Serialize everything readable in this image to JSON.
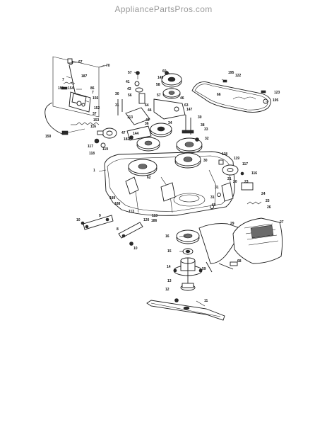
{
  "site": "AppliancePartsPros.com",
  "part_labels": [
    {
      "id": "p67",
      "text": "67"
    },
    {
      "id": "p70",
      "text": "70"
    },
    {
      "id": "p187",
      "text": "187"
    },
    {
      "id": "p7a",
      "text": "7"
    },
    {
      "id": "p151",
      "text": "151"
    },
    {
      "id": "p154",
      "text": "154"
    },
    {
      "id": "p86",
      "text": "86"
    },
    {
      "id": "p7b",
      "text": "7"
    },
    {
      "id": "p156",
      "text": "156"
    },
    {
      "id": "p152",
      "text": "152"
    },
    {
      "id": "p153",
      "text": "153"
    },
    {
      "id": "p37",
      "text": "37"
    },
    {
      "id": "p116a",
      "text": "116"
    },
    {
      "id": "p150",
      "text": "150"
    },
    {
      "id": "p117a",
      "text": "117"
    },
    {
      "id": "p119a",
      "text": "119"
    },
    {
      "id": "p118a",
      "text": "118"
    },
    {
      "id": "p57a",
      "text": "57"
    },
    {
      "id": "p41",
      "text": "41"
    },
    {
      "id": "p43",
      "text": "43"
    },
    {
      "id": "p56",
      "text": "56"
    },
    {
      "id": "p60",
      "text": "60"
    },
    {
      "id": "p145",
      "text": "145"
    },
    {
      "id": "p58",
      "text": "58"
    },
    {
      "id": "p57b",
      "text": "57"
    },
    {
      "id": "p46",
      "text": "46"
    },
    {
      "id": "p64",
      "text": "64"
    },
    {
      "id": "p63",
      "text": "63"
    },
    {
      "id": "p147",
      "text": "147"
    },
    {
      "id": "p30a",
      "text": "30"
    },
    {
      "id": "p31a",
      "text": "31"
    },
    {
      "id": "p113a",
      "text": "113"
    },
    {
      "id": "p44",
      "text": "44"
    },
    {
      "id": "p45",
      "text": "45"
    },
    {
      "id": "p36",
      "text": "36"
    },
    {
      "id": "p34",
      "text": "34"
    },
    {
      "id": "p47",
      "text": "47"
    },
    {
      "id": "p144",
      "text": "144"
    },
    {
      "id": "p182",
      "text": "182"
    },
    {
      "id": "p30b",
      "text": "30"
    },
    {
      "id": "p38",
      "text": "38"
    },
    {
      "id": "p33",
      "text": "33"
    },
    {
      "id": "p32",
      "text": "32"
    },
    {
      "id": "p195a",
      "text": "195"
    },
    {
      "id": "p122",
      "text": "122"
    },
    {
      "id": "p66",
      "text": "66"
    },
    {
      "id": "p123",
      "text": "123"
    },
    {
      "id": "p195b",
      "text": "195"
    },
    {
      "id": "p1",
      "text": "1"
    },
    {
      "id": "p62",
      "text": "62"
    },
    {
      "id": "p30c",
      "text": "30"
    },
    {
      "id": "p118b",
      "text": "118"
    },
    {
      "id": "p119b",
      "text": "119"
    },
    {
      "id": "p117b",
      "text": "117"
    },
    {
      "id": "p116b",
      "text": "116"
    },
    {
      "id": "p21",
      "text": "21"
    },
    {
      "id": "p20",
      "text": "20"
    },
    {
      "id": "p23",
      "text": "23"
    },
    {
      "id": "p24",
      "text": "24"
    },
    {
      "id": "p25",
      "text": "25"
    },
    {
      "id": "p26",
      "text": "26"
    },
    {
      "id": "p27",
      "text": "27"
    },
    {
      "id": "p29",
      "text": "29"
    },
    {
      "id": "p31b",
      "text": "31"
    },
    {
      "id": "p31c",
      "text": "31"
    },
    {
      "id": "p69",
      "text": "69"
    },
    {
      "id": "p189",
      "text": "189"
    },
    {
      "id": "p188",
      "text": "188"
    },
    {
      "id": "p113b",
      "text": "113"
    },
    {
      "id": "p113c",
      "text": "113"
    },
    {
      "id": "p186",
      "text": "186"
    },
    {
      "id": "p120",
      "text": "120"
    },
    {
      "id": "p10a",
      "text": "10"
    },
    {
      "id": "p9",
      "text": "9"
    },
    {
      "id": "p8",
      "text": "8"
    },
    {
      "id": "p10b",
      "text": "10"
    },
    {
      "id": "p16",
      "text": "16"
    },
    {
      "id": "p15",
      "text": "15"
    },
    {
      "id": "p14",
      "text": "14"
    },
    {
      "id": "p13",
      "text": "13"
    },
    {
      "id": "p12",
      "text": "12"
    },
    {
      "id": "p11",
      "text": "11"
    },
    {
      "id": "p59",
      "text": "59"
    },
    {
      "id": "p68",
      "text": "68"
    }
  ]
}
